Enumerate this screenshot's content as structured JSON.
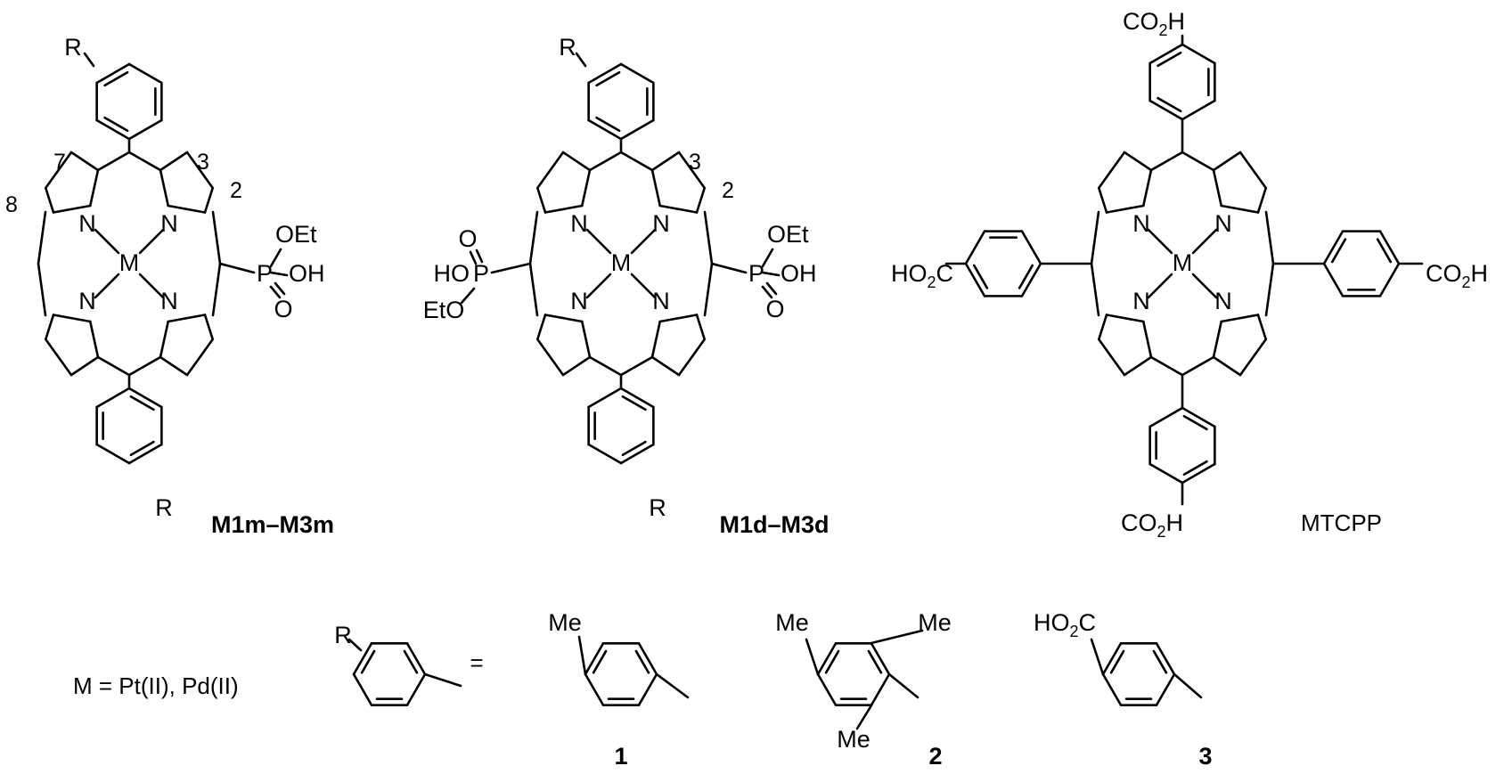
{
  "figure": {
    "compounds": [
      {
        "id": "monophosphonate",
        "label": "M1m–M3m",
        "label_bold": true,
        "positions": [
          "7",
          "3",
          "8",
          "2"
        ],
        "substituent_groups": [
          "R",
          "R"
        ]
      },
      {
        "id": "diphosphonate",
        "label": "M1d–M3d",
        "label_bold": true,
        "positions": [
          "3",
          "2"
        ],
        "substituent_groups": [
          "R",
          "R"
        ]
      },
      {
        "id": "tcpp",
        "label": "MTCPP",
        "label_bold": false
      }
    ],
    "phosphonate": {
      "p": "P",
      "o": "O",
      "oet": "OEt",
      "oh": "OH",
      "ho": "HO",
      "eto": "EtO"
    },
    "carboxyl": {
      "co": "CO",
      "ho": "HO",
      "c": "C",
      "h": "H",
      "sub2": "2"
    },
    "atoms": {
      "n": "N",
      "m": "M"
    },
    "metal_definition": "M = Pt(II), Pd(II)",
    "r_definition": {
      "r": "R",
      "equals": "="
    },
    "substituents": [
      {
        "number": "1",
        "groups": [
          "Me"
        ]
      },
      {
        "number": "2",
        "groups": [
          "Me",
          "Me",
          "Me"
        ]
      },
      {
        "number": "3",
        "groups": [
          "HO2C"
        ]
      }
    ]
  }
}
